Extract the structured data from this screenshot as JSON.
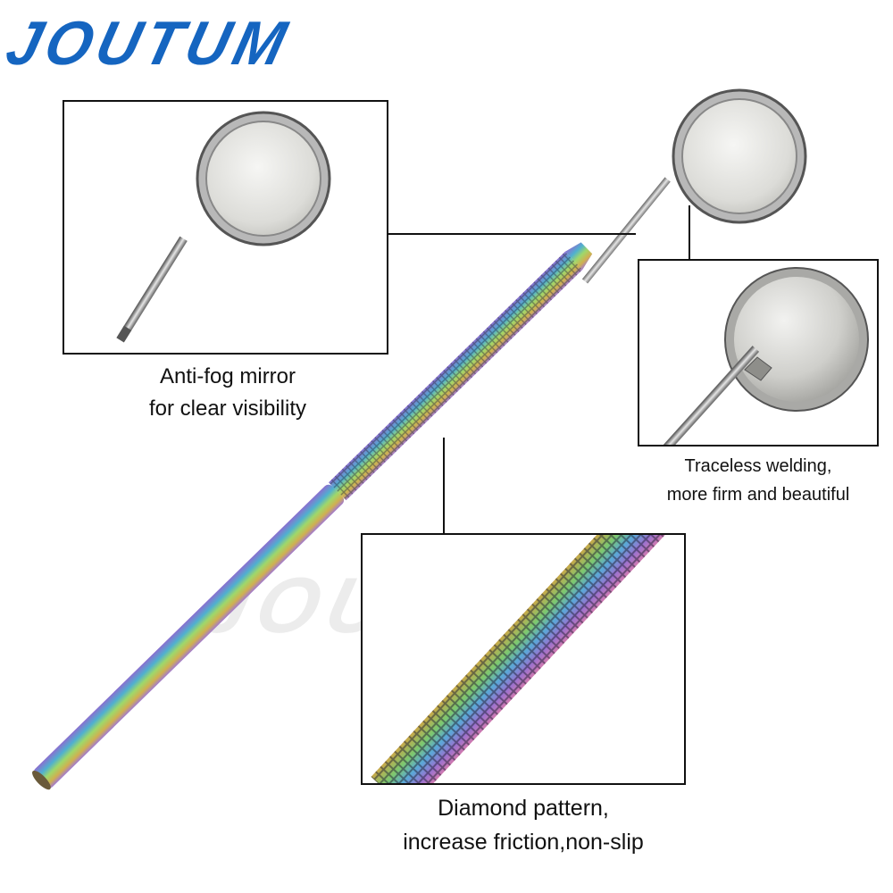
{
  "brand": {
    "logo_text": "JOUTUM",
    "watermark_text": "JOUTUM",
    "color": "#1565c0"
  },
  "callouts": {
    "mirror": {
      "line1": "Anti-fog mirror",
      "line2": "for clear visibility"
    },
    "welding": {
      "line1": "Traceless welding,",
      "line2": "more firm and beautiful"
    },
    "pattern": {
      "line1": "Diamond pattern,",
      "line2": "increase friction,non-slip"
    }
  }
}
